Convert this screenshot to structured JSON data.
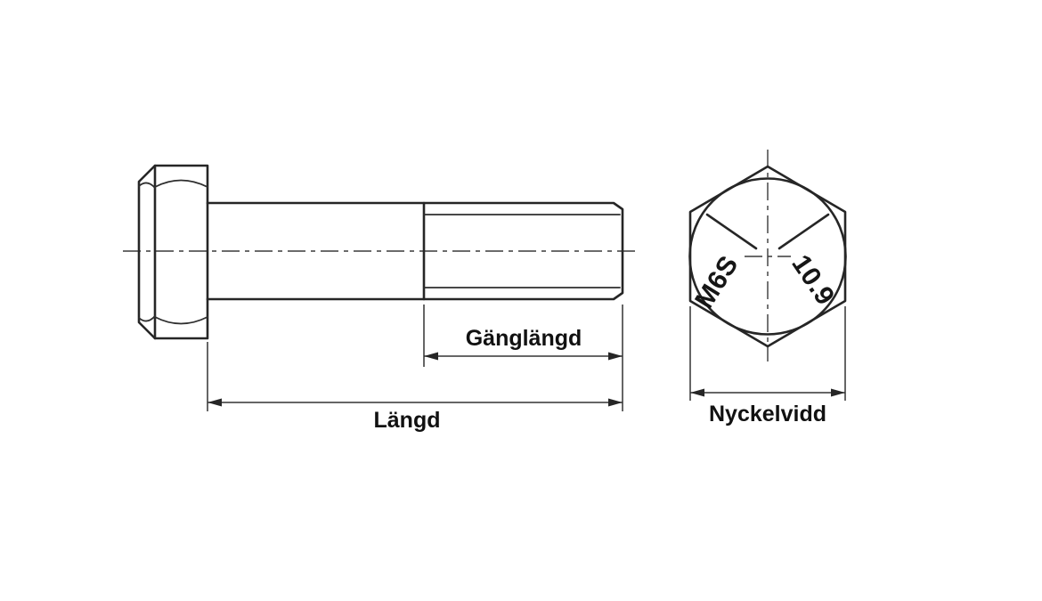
{
  "figure": {
    "type": "technical-drawing",
    "subject": "Hex head bolt, side view and head end view with dimension annotations",
    "language": "Swedish",
    "colors": {
      "background": "#ffffff",
      "line": "#262626",
      "text": "#111111"
    }
  },
  "labels": {
    "thread_length": "Gänglängd",
    "total_length": "Längd",
    "width_across_flats": "Nyckelvidd"
  },
  "head_markings": {
    "standard": "M6S",
    "strength_class": "10.9"
  }
}
